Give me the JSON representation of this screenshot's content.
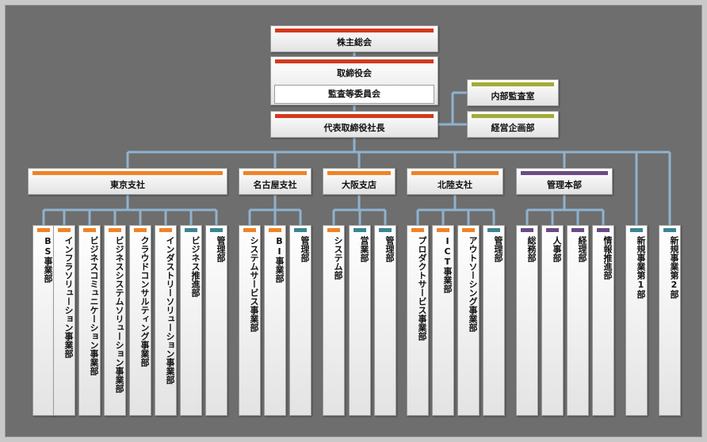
{
  "colors": {
    "red": "#d23a1c",
    "olive": "#a3ab36",
    "orange": "#f08325",
    "purple": "#6b4a86",
    "teal": "#3c8493",
    "connector": "#8fb2cf"
  },
  "top": {
    "shareholders": "株主総会",
    "board": "取締役会",
    "audit_committee": "監査等委員会",
    "president": "代表取締役社長",
    "internal_audit": "内部監査室",
    "planning": "経営企画部"
  },
  "branches": [
    {
      "label": "東京支社",
      "color": "orange"
    },
    {
      "label": "名古屋支社",
      "color": "orange"
    },
    {
      "label": "大阪支店",
      "color": "orange"
    },
    {
      "label": "北陸支社",
      "color": "orange"
    },
    {
      "label": "管理本部",
      "color": "purple"
    }
  ],
  "departments": [
    {
      "label": "BS事業部",
      "color": "orange"
    },
    {
      "label": "インフラソリューション事業部",
      "color": "orange"
    },
    {
      "label": "ビジネスコミュニケーション事業部",
      "color": "orange"
    },
    {
      "label": "ビジネスシステムソリューション事業部",
      "color": "orange"
    },
    {
      "label": "クラウドコンサルティング事業部",
      "color": "orange"
    },
    {
      "label": "インダストリーソリューション事業部",
      "color": "orange"
    },
    {
      "label": "ビジネス推進部",
      "color": "teal"
    },
    {
      "label": "管理部",
      "color": "teal"
    },
    {
      "label": "システムサービス事業部",
      "color": "orange"
    },
    {
      "label": "BI事業部",
      "color": "orange"
    },
    {
      "label": "管理部",
      "color": "teal"
    },
    {
      "label": "システム部",
      "color": "orange"
    },
    {
      "label": "営業部",
      "color": "teal"
    },
    {
      "label": "管理部",
      "color": "teal"
    },
    {
      "label": "プロダクトサービス事業部",
      "color": "orange"
    },
    {
      "label": "ICT事業部",
      "color": "orange"
    },
    {
      "label": "アウトソーシング事業部",
      "color": "orange"
    },
    {
      "label": "管理部",
      "color": "teal"
    },
    {
      "label": "総務部",
      "color": "purple"
    },
    {
      "label": "人事部",
      "color": "purple"
    },
    {
      "label": "経理部",
      "color": "purple"
    },
    {
      "label": "情報推進部",
      "color": "purple"
    },
    {
      "label": "新規事業第1部",
      "color": "teal"
    },
    {
      "label": "新規事業第2部",
      "color": "teal"
    }
  ]
}
